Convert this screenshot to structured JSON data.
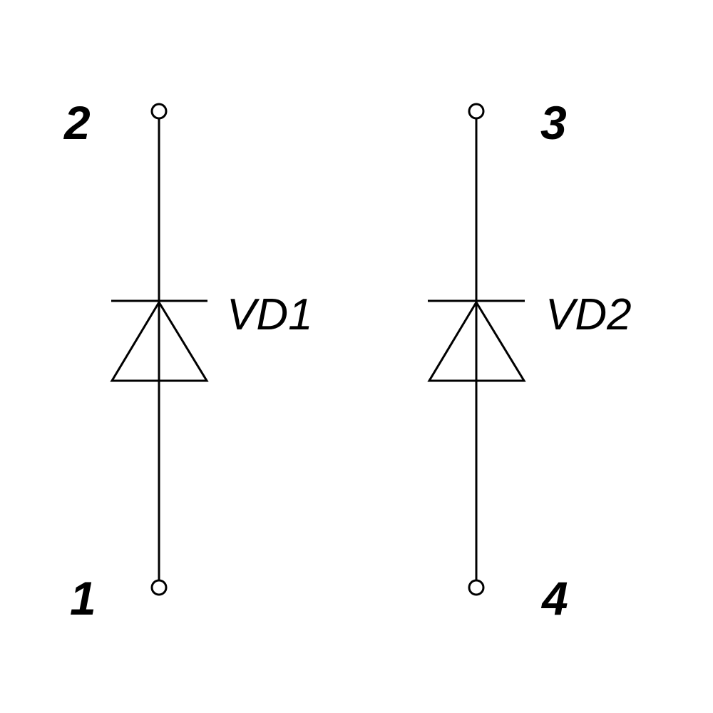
{
  "pins": {
    "p1": "1",
    "p2": "2",
    "p3": "3",
    "p4": "4"
  },
  "components": {
    "vd1": "VD1",
    "vd2": "VD2"
  },
  "colors": {
    "ink": "#000000",
    "background": "#ffffff"
  }
}
